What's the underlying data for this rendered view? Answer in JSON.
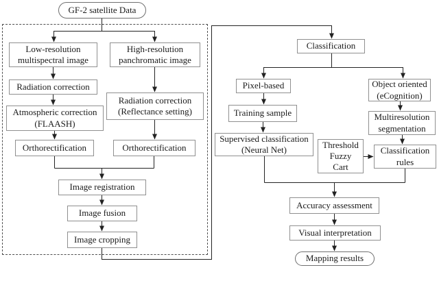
{
  "diagram": {
    "type": "flowchart",
    "title": "GF-2 satellite data preprocessing and classification workflow",
    "colors": {
      "background": "#ffffff",
      "box_border": "#8f8f8f",
      "terminal_border": "#6e6e6e",
      "dashed_group_border": "#4d4d4d",
      "connector": "#222222",
      "text": "#1a1a1a"
    },
    "nodes": {
      "gf2": "GF-2 satellite Data",
      "low_res": "Low-resolution\nmultispectral image",
      "high_res": "High-resolution\npanchromatic image",
      "rad_corr": "Radiation correction",
      "atm_corr": "Atmospheric correction\n(FLAASH)",
      "rad_ref": "Radiation correction\n(Reflectance setting)",
      "ortho_left": "Orthorectification",
      "ortho_right": "Orthorectification",
      "img_reg": "Image registration",
      "img_fusion": "Image fusion",
      "img_crop": "Image cropping",
      "classification": "Classification",
      "pixel_based": "Pixel-based",
      "object_oriented": "Object oriented\n(eCognition)",
      "training_sample": "Training sample",
      "multires_seg": "Multiresolution\nsegmentation",
      "supervised": "Supervised classification\n(Neural Net)",
      "threshold": "Threshold\nFuzzy\nCart",
      "class_rules": "Classification\nrules",
      "accuracy": "Accuracy assessment",
      "visual": "Visual interpretation",
      "mapping": "Mapping results"
    },
    "edges": [
      [
        "gf2",
        "low_res"
      ],
      [
        "gf2",
        "high_res"
      ],
      [
        "low_res",
        "rad_corr"
      ],
      [
        "rad_corr",
        "atm_corr"
      ],
      [
        "atm_corr",
        "ortho_left"
      ],
      [
        "high_res",
        "rad_ref"
      ],
      [
        "rad_ref",
        "ortho_right"
      ],
      [
        "ortho_left",
        "img_reg"
      ],
      [
        "ortho_right",
        "img_reg"
      ],
      [
        "img_reg",
        "img_fusion"
      ],
      [
        "img_fusion",
        "img_crop"
      ],
      [
        "img_crop",
        "classification"
      ],
      [
        "classification",
        "pixel_based"
      ],
      [
        "classification",
        "object_oriented"
      ],
      [
        "pixel_based",
        "training_sample"
      ],
      [
        "training_sample",
        "supervised"
      ],
      [
        "object_oriented",
        "multires_seg"
      ],
      [
        "multires_seg",
        "class_rules"
      ],
      [
        "threshold",
        "class_rules"
      ],
      [
        "supervised",
        "accuracy"
      ],
      [
        "class_rules",
        "accuracy"
      ],
      [
        "accuracy",
        "visual"
      ],
      [
        "visual",
        "mapping"
      ]
    ]
  }
}
